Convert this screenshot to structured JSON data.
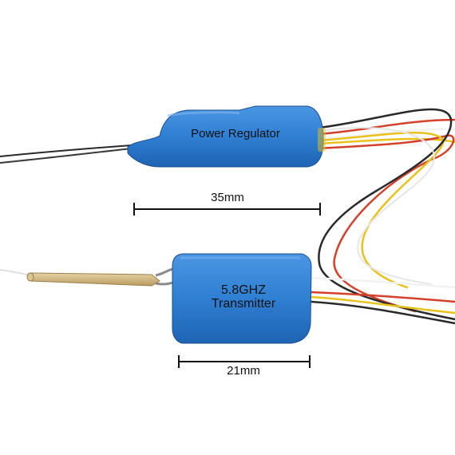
{
  "image": {
    "subject": "two small blue shrink-wrapped electronic modules with wires",
    "background_color": "#ffffff",
    "module_color": "#2f7fd3"
  },
  "power_regulator": {
    "label": "Power Regulator",
    "dimension_label": "35mm"
  },
  "transmitter": {
    "label_line1": "5.8GHZ",
    "label_line2": "Transmitter",
    "dimension_label": "21mm"
  },
  "wire_colors": {
    "black": "#2a2a2a",
    "red": "#d3402c",
    "yellow": "#e8c21b",
    "white": "#f2f2f2",
    "antenna": "#d7c08f"
  }
}
